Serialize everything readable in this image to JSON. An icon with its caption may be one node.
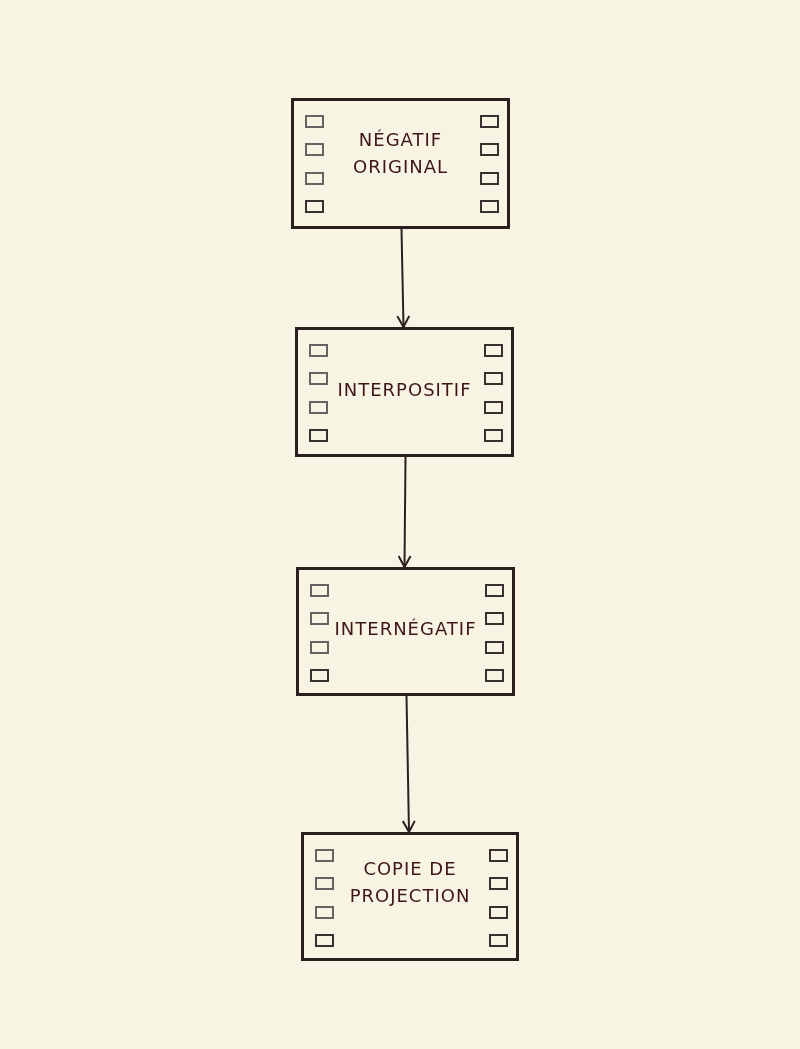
{
  "diagram": {
    "nodes": [
      {
        "text": [
          "NÉGATIF ORIGINAL"
        ]
      },
      {
        "text": [
          "INTERPOSITIF"
        ]
      },
      {
        "text": [
          "INTERNÉGATIF"
        ]
      },
      {
        "text": [
          "COPIE DE PROJECTION"
        ]
      }
    ],
    "edges": [
      {
        "from": 0,
        "to": 1,
        "arrow": "to"
      },
      {
        "from": 1,
        "to": 2,
        "arrow": "to"
      },
      {
        "from": 2,
        "to": 3,
        "arrow": "to"
      }
    ]
  }
}
